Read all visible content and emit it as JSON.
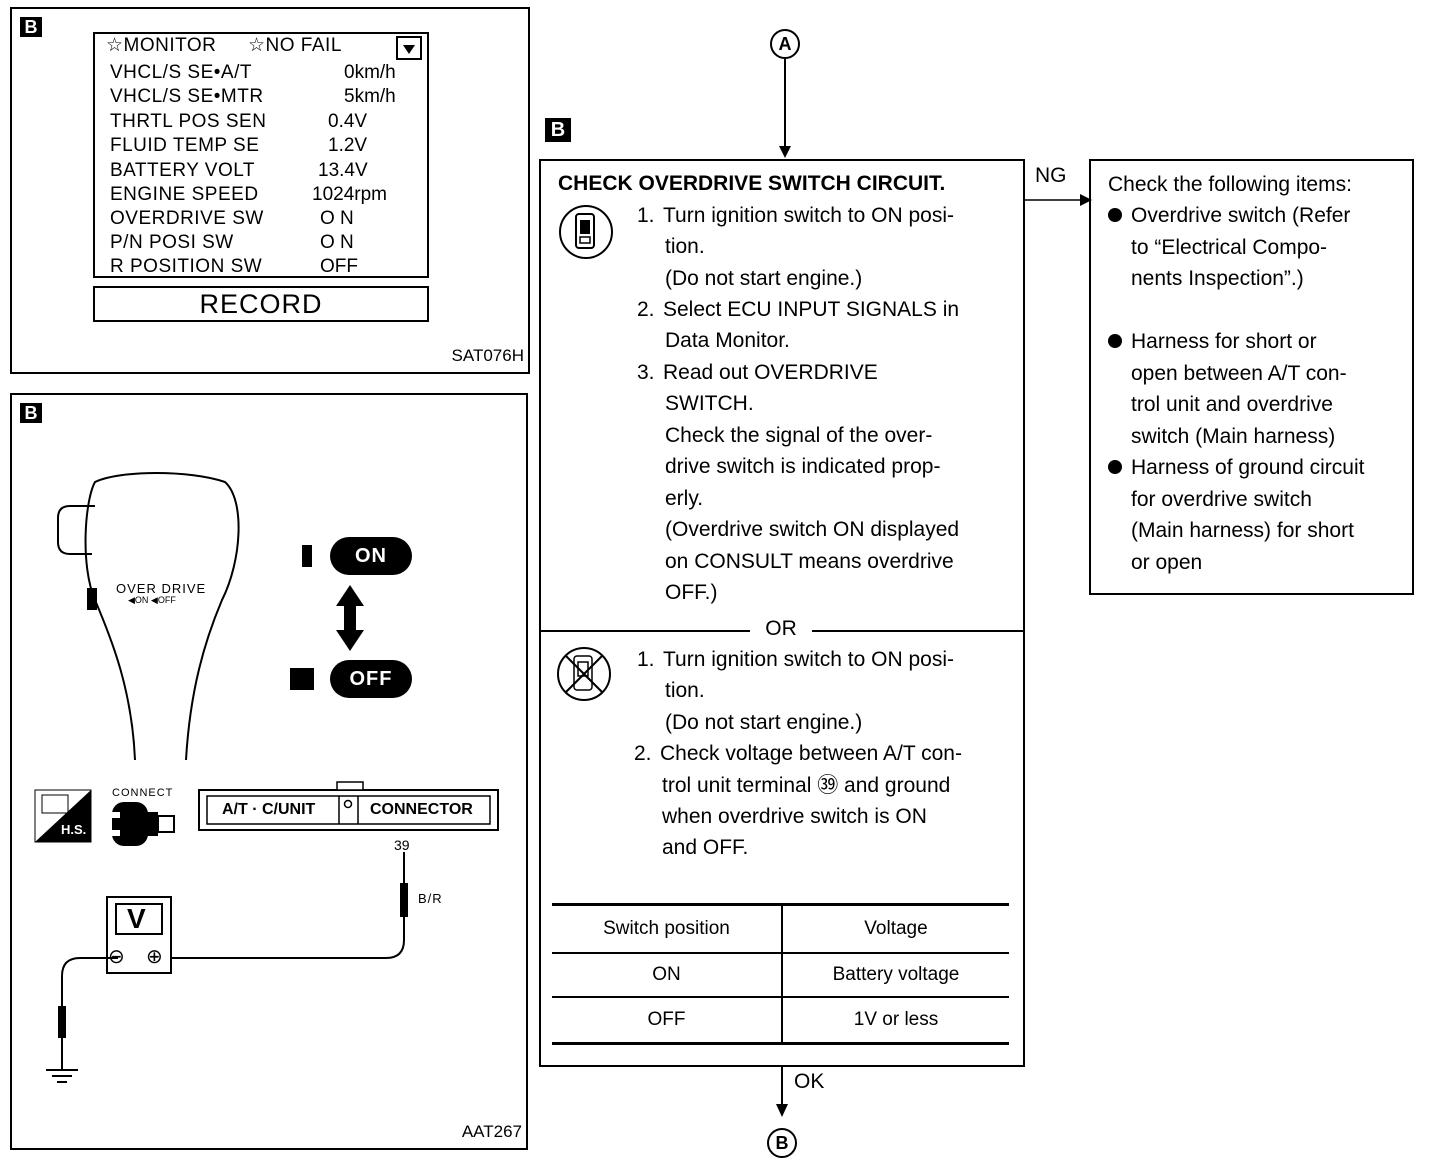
{
  "monitor_panel": {
    "badge": "B",
    "header_monitor": "☆MONITOR",
    "header_nofail": "☆NO FAIL",
    "rows": [
      {
        "label": "VHCL/S SE•A/T",
        "value": "0km/h"
      },
      {
        "label": "VHCL/S SE•MTR",
        "value": "5km/h"
      },
      {
        "label": "THRTL POS SEN",
        "value": "0.4V"
      },
      {
        "label": "FLUID TEMP SE",
        "value": "1.2V"
      },
      {
        "label": "BATTERY VOLT",
        "value": "13.4V"
      },
      {
        "label": "ENGINE SPEED",
        "value": "1024rpm"
      },
      {
        "label": "OVERDRIVE SW",
        "value": "O N"
      },
      {
        "label": "P/N POSI SW",
        "value": "O N"
      },
      {
        "label": "R POSITION SW",
        "value": "OFF"
      }
    ],
    "record_button": "RECORD",
    "figure_id": "SAT076H"
  },
  "diagram_panel": {
    "badge": "B",
    "shifter_label_1": "OVER DRIVE",
    "shifter_label_2": "◀ON ◀OFF",
    "on_label": "ON",
    "off_label": "OFF",
    "hs_label": "H.S.",
    "connect_label": "CONNECT",
    "connector_left": "A/T · C/UNIT",
    "connector_right": "CONNECTOR",
    "terminal_number": "39",
    "wire_color": "B/R",
    "meter_label": "V",
    "meter_minus": "⊖",
    "meter_plus": "⊕",
    "figure_id": "AAT267"
  },
  "flow": {
    "connector_a": "A",
    "connector_b": "B",
    "badge": "B",
    "ng_label": "NG",
    "ok_label": "OK",
    "or_label": "OR",
    "title": "CHECK OVERDRIVE SWITCH CIRCUIT.",
    "consult_lines": [
      {
        "n": "1.",
        "t": "Turn ignition switch to ON posi-"
      },
      {
        "n": "",
        "t": "tion."
      },
      {
        "n": "",
        "t": "(Do not start engine.)"
      },
      {
        "n": "2.",
        "t": "Select ECU INPUT SIGNALS in"
      },
      {
        "n": "",
        "t": "Data Monitor."
      },
      {
        "n": "3.",
        "t": "Read out OVERDRIVE"
      },
      {
        "n": "",
        "t": "SWITCH."
      },
      {
        "n": "",
        "t": "Check the signal of the over-"
      },
      {
        "n": "",
        "t": "drive switch is indicated prop-"
      },
      {
        "n": "",
        "t": "erly."
      },
      {
        "n": "",
        "t": "(Overdrive switch ON displayed"
      },
      {
        "n": "",
        "t": "on CONSULT means overdrive"
      },
      {
        "n": "",
        "t": "OFF.)"
      }
    ],
    "tester_lines": [
      {
        "n": "1.",
        "t": "Turn ignition switch to ON posi-"
      },
      {
        "n": "",
        "t": "tion."
      },
      {
        "n": "",
        "t": "(Do not start engine.)"
      },
      {
        "n": "2.",
        "t": "Check voltage between A/T con-"
      },
      {
        "n": "",
        "t": "trol unit terminal ㊴ and ground"
      },
      {
        "n": "",
        "t": "when overdrive switch is ON"
      },
      {
        "n": "",
        "t": "and OFF."
      }
    ],
    "table": {
      "headers": [
        "Switch position",
        "Voltage"
      ],
      "rows": [
        [
          "ON",
          "Battery voltage"
        ],
        [
          "OFF",
          "1V or less"
        ]
      ]
    },
    "ng_box": {
      "heading": "Check the following items:",
      "item1": [
        "Overdrive switch (Refer",
        "to “Electrical Compo-",
        "nents Inspection”.)"
      ],
      "item2": [
        "Harness for short or",
        "open between A/T con-",
        "trol unit and overdrive",
        "switch (Main harness)"
      ],
      "item3": [
        "Harness of ground circuit",
        "for overdrive switch",
        "(Main harness) for short",
        "or open"
      ]
    }
  }
}
